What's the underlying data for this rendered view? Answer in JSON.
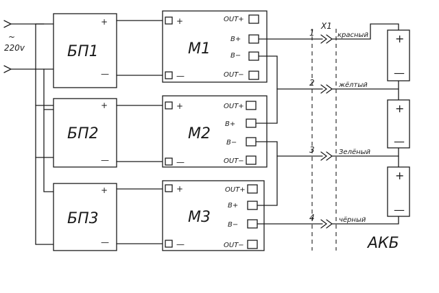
{
  "mains": {
    "tilde": "~",
    "voltage": "220v"
  },
  "power_supplies": [
    {
      "label": "БП1",
      "plus": "+",
      "minus": "—"
    },
    {
      "label": "БП2",
      "plus": "+",
      "minus": "—"
    },
    {
      "label": "БП3",
      "plus": "+",
      "minus": "—"
    }
  ],
  "modules": [
    {
      "label": "M1",
      "in_plus": "+",
      "in_minus": "—",
      "out_plus": "OUT+",
      "b_plus": "B+",
      "b_minus": "B−",
      "out_minus": "OUT−"
    },
    {
      "label": "M2",
      "in_plus": "+",
      "in_minus": "—",
      "out_plus": "OUT+",
      "b_plus": "B+",
      "b_minus": "B−",
      "out_minus": "OUT−"
    },
    {
      "label": "M3",
      "in_plus": "+",
      "in_minus": "—",
      "out_plus": "OUT+",
      "b_plus": "B+",
      "b_minus": "B−",
      "out_minus": "OUT−"
    }
  ],
  "connector": {
    "label": "X1",
    "pins": [
      "1",
      "2",
      "3",
      "4"
    ]
  },
  "wires": [
    "красный",
    "жёлтый",
    "Зелёный",
    "чёрный"
  ],
  "battery": {
    "label": "АКБ",
    "cells": [
      {
        "plus": "+",
        "minus": "—"
      },
      {
        "plus": "+",
        "minus": "—"
      },
      {
        "plus": "+",
        "minus": "—"
      }
    ]
  }
}
